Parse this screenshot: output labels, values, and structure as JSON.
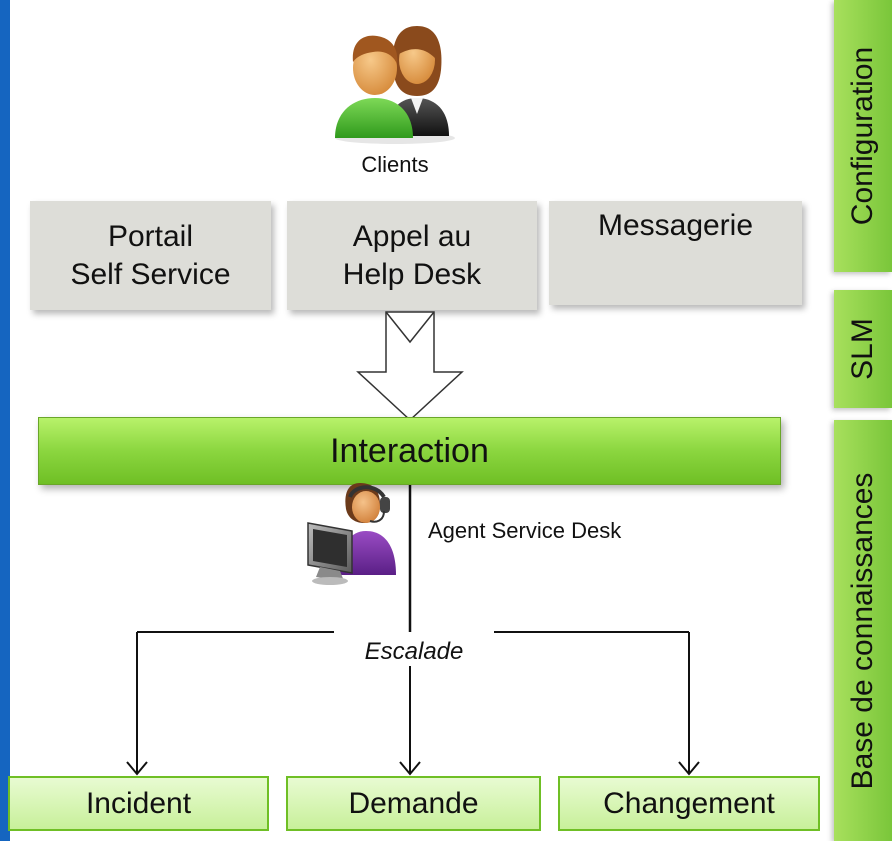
{
  "clients": {
    "label": "Clients"
  },
  "channels": [
    {
      "label": "Portail\nSelf Service"
    },
    {
      "label": "Appel au\nHelp Desk"
    },
    {
      "label": "Messagerie"
    }
  ],
  "interaction": {
    "label": "Interaction"
  },
  "agent": {
    "label": "Agent Service Desk"
  },
  "escalade": {
    "label": "Escalade"
  },
  "outcomes": [
    {
      "label": "Incident"
    },
    {
      "label": "Demande"
    },
    {
      "label": "Changement"
    }
  ],
  "side_panels": [
    {
      "label": "Configuration"
    },
    {
      "label": "SLM"
    },
    {
      "label": "Base de connaissances"
    }
  ],
  "colors": {
    "accent_blue": "#1565c0",
    "interaction_green": "#8bd63f",
    "outcome_border": "#6fbf25",
    "channel_gray": "#ddddd8"
  }
}
